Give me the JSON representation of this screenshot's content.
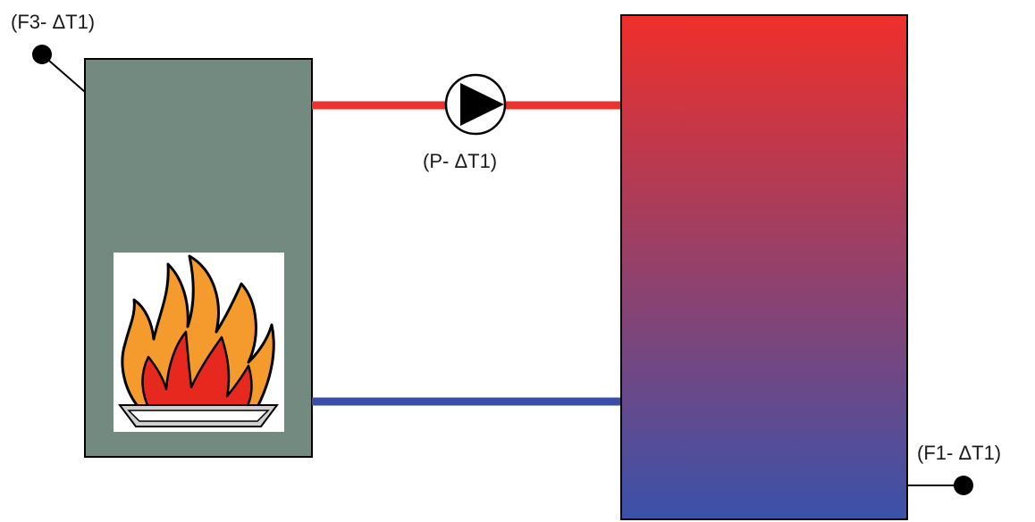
{
  "sensors": {
    "f3": {
      "label": "(F3- ΔT1)"
    },
    "f1": {
      "label": "(F1- ΔT1)"
    }
  },
  "pump": {
    "label": "(P- ΔT1)"
  },
  "colors": {
    "boiler_body": "#728a80",
    "flow_pipe": "#e8332e",
    "return_pipe": "#3a4ea6",
    "tank_top": "#ef2f2a",
    "tank_bottom": "#3a52aa",
    "flame_outer": "#f59a2c",
    "flame_inner": "#e6281e",
    "grate": "#d0d0d0",
    "outline": "#000000"
  },
  "icons": {
    "pump": "pump-icon",
    "flame": "flame-icon",
    "sensor": "sensor-dot-icon"
  }
}
